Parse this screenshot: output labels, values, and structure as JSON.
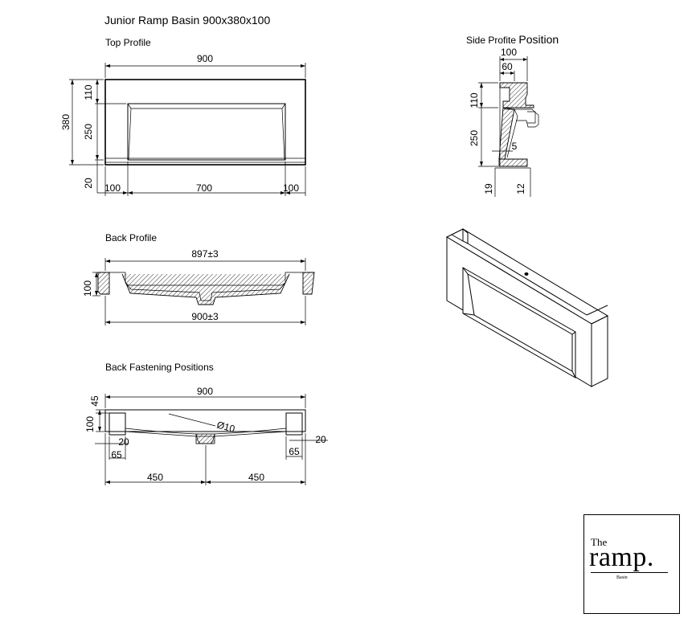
{
  "title": "Junior Ramp Basin 900x380x100",
  "views": {
    "top_profile": {
      "label": "Top Profile",
      "dims": {
        "overall_width": "900",
        "overall_depth": "380",
        "rim": "110",
        "bowl": "250",
        "front": "20",
        "left_margin": "100",
        "bowl_width": "700",
        "right_margin": "100"
      }
    },
    "side_profile": {
      "label_prefix": "Side Profite",
      "label_suffix": "Position",
      "dims": {
        "depth": "100",
        "inner": "60",
        "rim": "110",
        "bowl": "250",
        "slope": "5",
        "left_base": "19",
        "right_base": "12"
      }
    },
    "back_profile": {
      "label": "Back Profile",
      "dims": {
        "top_width": "897±3",
        "height": "100",
        "bottom_width": "900±3"
      }
    },
    "back_fastening": {
      "label": "Back Fastening Positions",
      "dims": {
        "width": "900",
        "top_offset": "45",
        "height": "100",
        "hole": "Ø10",
        "left_gap": "20",
        "right_gap": "20",
        "left_bracket": "65",
        "right_bracket": "65",
        "left_half": "450",
        "right_half": "450"
      }
    }
  },
  "logo": {
    "the": "The",
    "name": "ramp.",
    "sub": "Basin"
  }
}
